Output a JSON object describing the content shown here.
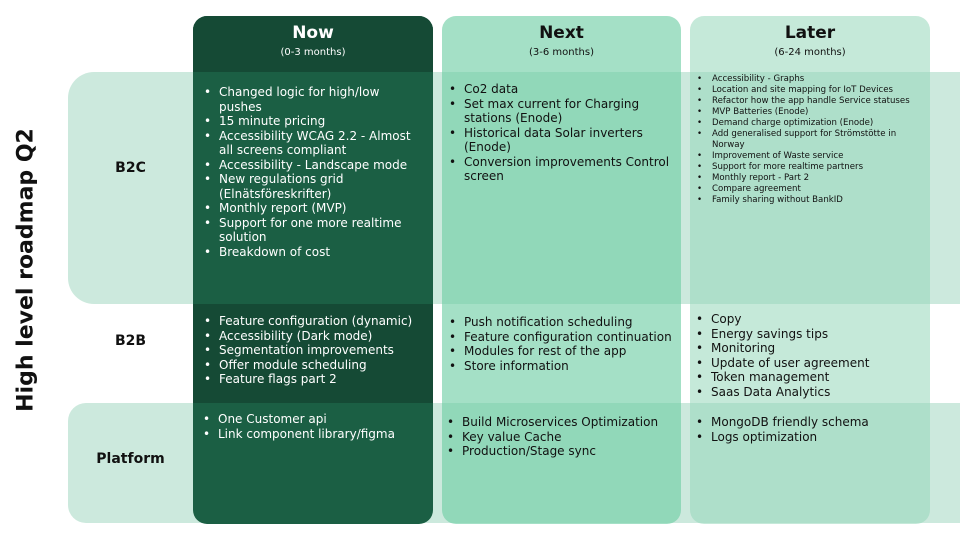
{
  "title": "High level roadmap Q2",
  "rows": [
    "B2C",
    "B2B",
    "Platform"
  ],
  "columns": [
    {
      "title": "Now",
      "subtitle": "(0-3 months)",
      "b2c": [
        "Changed logic for high/low pushes",
        "15 minute pricing",
        "Accessibility WCAG 2.2 - Almost all screens compliant",
        "Accessibility - Landscape mode",
        "New regulations grid (Elnätsföreskrifter)",
        "Monthly report (MVP)",
        "Support for one more realtime solution",
        "Breakdown of cost"
      ],
      "b2b": [
        "Feature configuration (dynamic)",
        "Accessibility (Dark mode)",
        "Segmentation improvements",
        "Offer module scheduling",
        "Feature flags part 2"
      ],
      "platform": [
        "One Customer api",
        "Link component library/figma"
      ]
    },
    {
      "title": "Next",
      "subtitle": "(3-6 months)",
      "b2c": [
        "Co2 data",
        "Set max current for Charging stations (Enode)",
        "Historical data Solar inverters (Enode)",
        "Conversion improvements Control screen"
      ],
      "b2b": [
        "Push notification scheduling",
        "Feature configuration continuation",
        "Modules for rest of the app",
        "Store information"
      ],
      "platform": [
        "Build Microservices Optimization",
        "Key value Cache",
        "Production/Stage sync"
      ]
    },
    {
      "title": "Later",
      "subtitle": "(6-24 months)",
      "b2c": [
        "Accessibility - Graphs",
        "Location and site mapping for IoT Devices",
        "Refactor how the app handle Service statuses",
        "MVP Batteries (Enode)",
        "Demand charge optimization (Enode)",
        "Add generalised support for Strömstötte in Norway",
        "Improvement of Waste service",
        "Support for more realtime partners",
        "Monthly report - Part 2",
        "Compare agreement",
        "Family sharing without BankID"
      ],
      "b2b": [
        "Copy",
        "Energy savings tips",
        "Monitoring",
        "Update of user agreement",
        "Token management",
        "Saas Data Analytics"
      ],
      "platform": [
        "MongoDB friendly schema",
        "Logs optimization"
      ]
    }
  ],
  "colors": {
    "now": "#1b5f44",
    "now_dark": "#154a35",
    "next": "#8ed8b7",
    "later": "#b5e3cd",
    "band": "#cce9dd"
  }
}
